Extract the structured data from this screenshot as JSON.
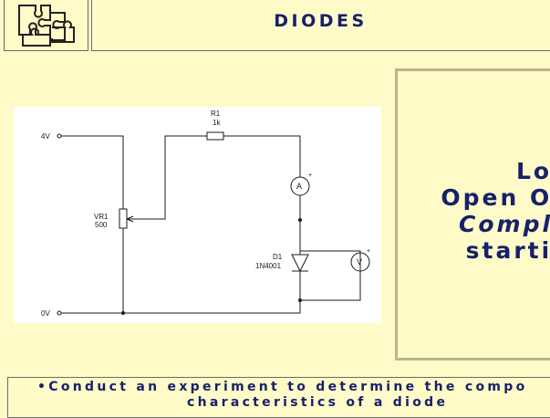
{
  "header": {
    "title": "DIODES"
  },
  "circuit": {
    "supply_label": "4V",
    "ground_label": "0V",
    "r1_name": "R1",
    "r1_value": "1k",
    "vr1_name": "VR1",
    "vr1_value": "500",
    "d1_name": "D1",
    "d1_part": "1N4001",
    "ammeter_symbol": "A",
    "voltmeter_symbol": "V",
    "plus_sign": "+"
  },
  "aim_panel": {
    "line1": "Log",
    "line2": "Open  On",
    "line3": "Comple",
    "line4": "startin"
  },
  "objective": {
    "line1": "•Conduct an experiment to determine the compo",
    "line2": "characteristics of a diode"
  },
  "colors": {
    "background": "#fefbc8",
    "title_text": "#17216b",
    "panel_border": "#b9b58e"
  }
}
